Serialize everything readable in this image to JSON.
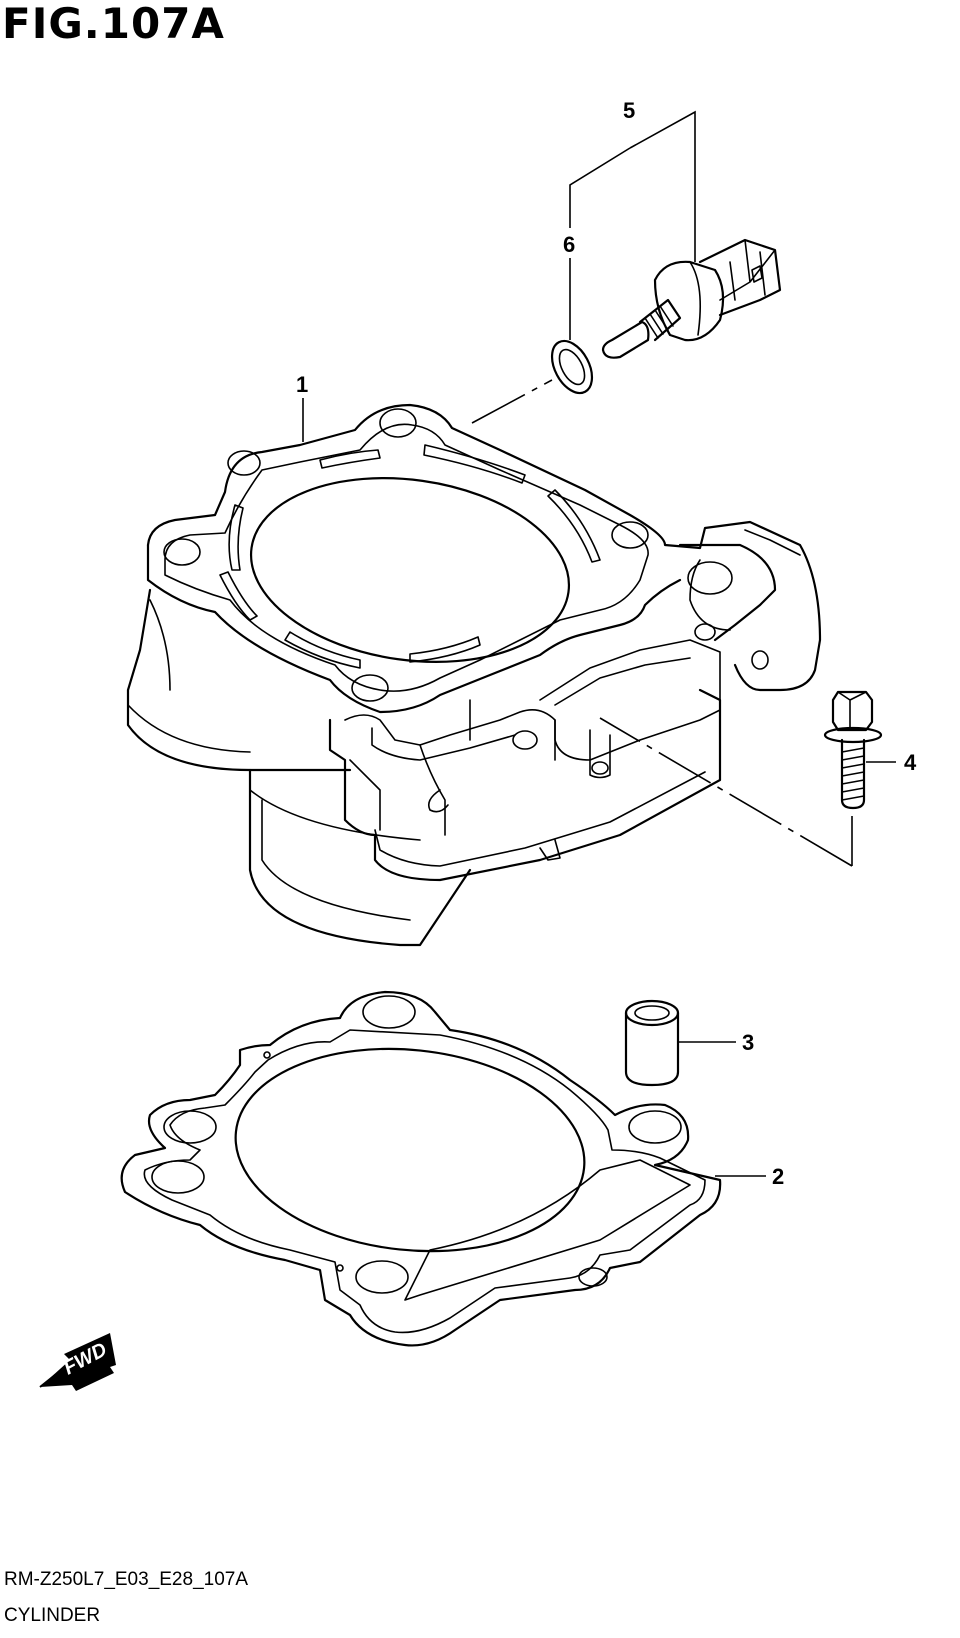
{
  "figure": {
    "title": "FIG.107A",
    "code": "RM-Z250L7_E03_E28_107A",
    "name": "CYLINDER"
  },
  "callouts": [
    {
      "id": "1",
      "label": "1"
    },
    {
      "id": "2",
      "label": "2"
    },
    {
      "id": "3",
      "label": "3"
    },
    {
      "id": "4",
      "label": "4"
    },
    {
      "id": "5",
      "label": "5"
    },
    {
      "id": "6",
      "label": "6"
    }
  ],
  "fwd_arrow": {
    "label": "FWD"
  }
}
